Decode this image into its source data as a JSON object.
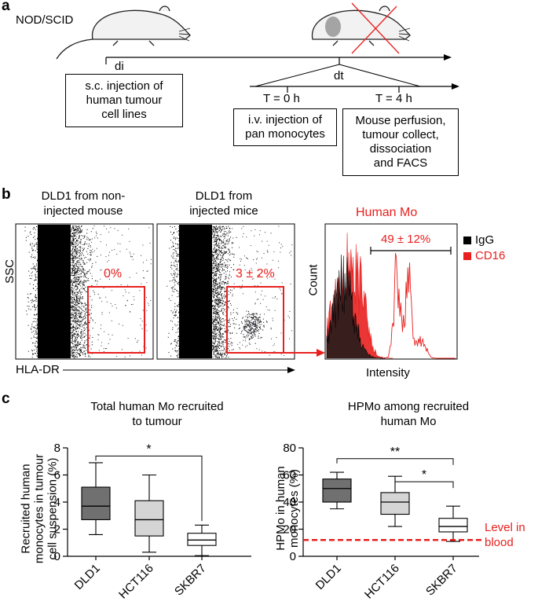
{
  "panel_a": {
    "letter": "a",
    "strain": "NOD/SCID",
    "di": "di",
    "dt": "dt",
    "box1": [
      "s.c. injection of",
      "human tumour",
      "cell lines"
    ],
    "t0": "T = 0 h",
    "t4": "T = 4 h",
    "box2": [
      "i.v. injection of",
      "pan monocytes"
    ],
    "box3": [
      "Mouse perfusion,",
      "tumour collect,",
      "dissociation",
      "and FACS"
    ]
  },
  "panel_b": {
    "letter": "b",
    "plot1_title": [
      "DLD1 from non-",
      "injected mouse"
    ],
    "plot2_title": [
      "DLD1 from",
      "injected mice"
    ],
    "gate1_pct": "0%",
    "gate2_pct": "3 ± 2%",
    "ssc": "SSC",
    "hla": "HLA-DR",
    "hist_title": "Human Mo",
    "hist_pct": "49 ± 12%",
    "legend": [
      {
        "label": "IgG",
        "color": "#000000"
      },
      {
        "label": "CD16",
        "color": "#e8201f"
      }
    ],
    "count": "Count",
    "intensity": "Intensity"
  },
  "panel_c": {
    "letter": "c",
    "level_in_blood": [
      "Level in",
      "blood"
    ]
  },
  "chart_data": [
    {
      "type": "box",
      "title": "Total human Mo recruited to tumour",
      "title_lines": [
        "Total human Mo recruited",
        "to tumour"
      ],
      "ylabel_lines": [
        "Recruited human",
        "monocytes in tumour",
        "cell suspension (%)"
      ],
      "ylim": [
        0,
        8
      ],
      "yticks": [
        "0",
        "2",
        "4",
        "6",
        "8"
      ],
      "categories": [
        "DLD1",
        "HCT116",
        "SKBR7"
      ],
      "boxes": [
        {
          "min": 1.6,
          "q1": 2.7,
          "median": 3.7,
          "q3": 5.1,
          "max": 6.9,
          "fill": "#707070"
        },
        {
          "min": 0.3,
          "q1": 1.5,
          "median": 2.7,
          "q3": 4.1,
          "max": 6.0,
          "fill": "#d5d5d5"
        },
        {
          "min": 0.05,
          "q1": 0.8,
          "median": 1.2,
          "q3": 1.7,
          "max": 2.3,
          "fill": "#ffffff"
        }
      ],
      "significance": [
        {
          "from": 0,
          "to": 2,
          "label": "*"
        }
      ]
    },
    {
      "type": "box",
      "title": "HPMo among recruited human Mo",
      "title_lines": [
        "HPMo among recruited",
        "human Mo"
      ],
      "ylabel_lines": [
        "HPMo in human",
        "monocytes (%)"
      ],
      "ylim": [
        0,
        80
      ],
      "yticks": [
        "0",
        "20",
        "40",
        "60",
        "80"
      ],
      "categories": [
        "DLD1",
        "HCT116",
        "SKBR7"
      ],
      "boxes": [
        {
          "min": 35,
          "q1": 40,
          "median": 50,
          "q3": 57,
          "max": 62,
          "fill": "#707070"
        },
        {
          "min": 22,
          "q1": 31,
          "median": 40,
          "q3": 47,
          "max": 59,
          "fill": "#d5d5d5"
        },
        {
          "min": 11,
          "q1": 18,
          "median": 22,
          "q3": 28,
          "max": 37,
          "fill": "#ffffff"
        }
      ],
      "reference_line": {
        "value": 12,
        "color": "#e8201f"
      },
      "significance": [
        {
          "from": 0,
          "to": 2,
          "label": "**"
        },
        {
          "from": 1,
          "to": 2,
          "label": "*"
        }
      ]
    }
  ]
}
